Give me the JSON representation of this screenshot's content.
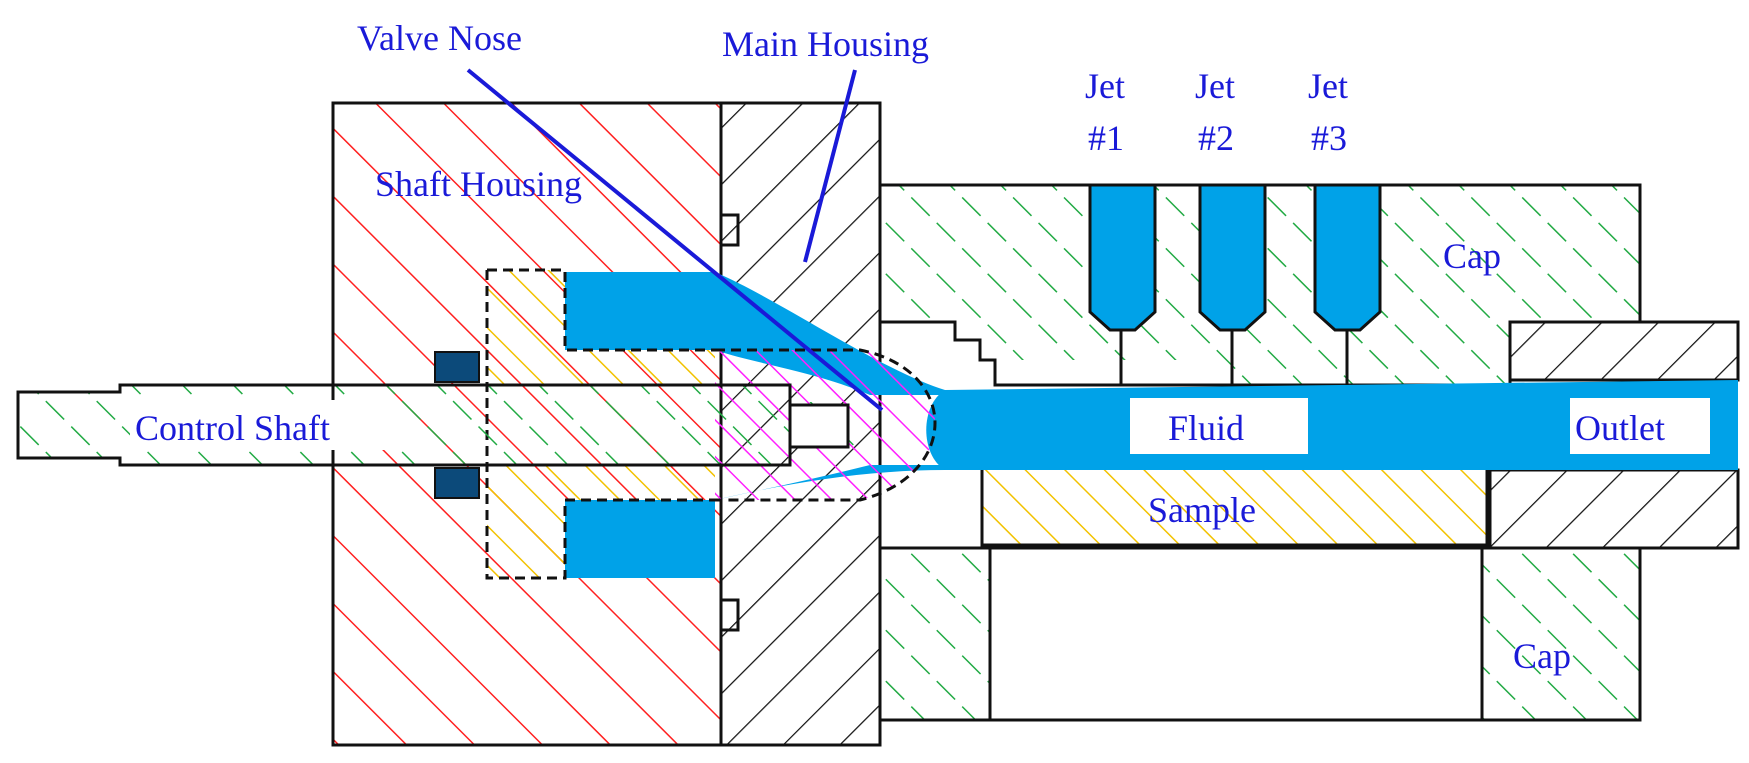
{
  "labels": {
    "valve_nose": "Valve Nose",
    "main_housing": "Main Housing",
    "shaft_housing": "Shaft Housing",
    "jet1_line1": "Jet",
    "jet1_line2": "#1",
    "jet2_line1": "Jet",
    "jet2_line2": "#2",
    "jet3_line1": "Jet",
    "jet3_line2": "#3",
    "cap_top": "Cap",
    "cap_bottom": "Cap",
    "control_shaft": "Control Shaft",
    "fluid": "Fluid",
    "outlet": "Outlet",
    "sample": "Sample"
  },
  "colors": {
    "fluid": "#00a2e8",
    "shaft_housing_hatch": "#ff2020",
    "main_housing_hatch": "#111111",
    "cap_hatch": "#22aa44",
    "control_shaft_hatch": "#22aa44",
    "valve_nose_hatch": "#ff20ff",
    "sample_hatch": "#f2c200",
    "label_text": "#1a1ad8",
    "seal": "#0c4a7a"
  }
}
